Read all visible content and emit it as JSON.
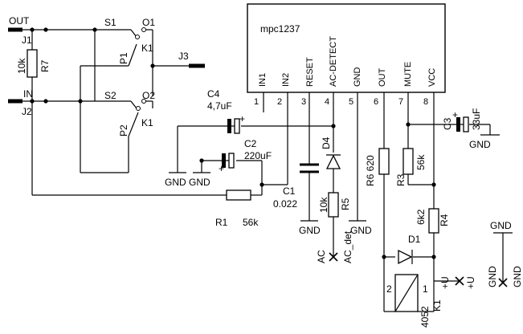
{
  "ic": {
    "name": "mpc1237",
    "pins": [
      {
        "num": "1",
        "name": "IN1"
      },
      {
        "num": "2",
        "name": "IN2"
      },
      {
        "num": "3",
        "name": "RESET"
      },
      {
        "num": "4",
        "name": "AC-DETECT"
      },
      {
        "num": "5",
        "name": "GND"
      },
      {
        "num": "6",
        "name": "OUT"
      },
      {
        "num": "7",
        "name": "MUTE"
      },
      {
        "num": "8",
        "name": "VCC"
      }
    ]
  },
  "connectors": {
    "out": "OUT",
    "in": "IN",
    "j1": "J1",
    "j2": "J2",
    "j3": "J3"
  },
  "relay": {
    "s1": "S1",
    "s2": "S2",
    "o1": "O1",
    "o2": "O2",
    "p1": "P1",
    "p2": "P2",
    "k1a": "K1",
    "k1b": "K1"
  },
  "resistors": {
    "r7": {
      "ref": "R7",
      "value": "10k"
    },
    "r1": {
      "ref": "R1",
      "value": "56k"
    },
    "r5": {
      "ref": "R5",
      "value": "10k"
    },
    "r6": {
      "ref": "R6",
      "value": "620"
    },
    "r3": {
      "ref": "R3",
      "value": "56k"
    },
    "r4": {
      "ref": "R4",
      "value": "6k2"
    }
  },
  "capacitors": {
    "c4": {
      "ref": "C4",
      "value": "4,7uF"
    },
    "c2": {
      "ref": "C2",
      "value": "220uF"
    },
    "c1": {
      "ref": "C1",
      "value": "0.022"
    },
    "c3": {
      "ref": "C3",
      "value": "33uF"
    }
  },
  "diodes": {
    "d4": "D4",
    "d1": "D1"
  },
  "relay_coil": {
    "ref": "K1",
    "value": "4052",
    "pin1": "1",
    "pin2": "2"
  },
  "nets": {
    "gnd": "GND",
    "ac": "AC",
    "ac_det": "AC_det",
    "plus_u": "+U",
    "plus": "+"
  }
}
